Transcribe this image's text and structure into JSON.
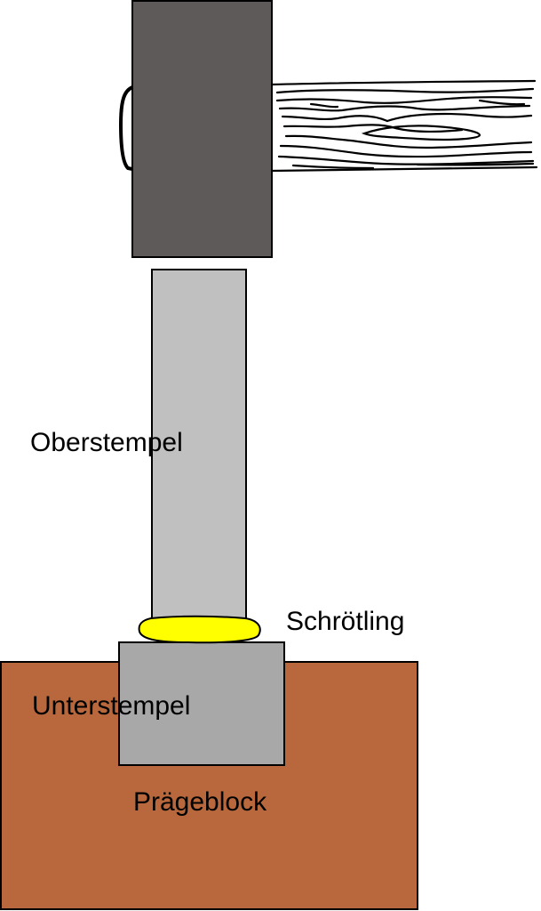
{
  "labels": {
    "upper_die": "Oberstempel",
    "blank": "Schrötling",
    "lower_die": "Unterstempel",
    "block": "Prägeblock"
  },
  "colors": {
    "hammer_head": "#5e5a5a",
    "upper_die": "#c0c0c0",
    "blank": "#ffff00",
    "lower_die": "#a8a8a8",
    "block": "#b8683c",
    "outline": "#000000",
    "handle": "#ffffff"
  },
  "icons": {
    "hammer": "hammer-icon",
    "wood_grain": "wood-grain-icon"
  }
}
